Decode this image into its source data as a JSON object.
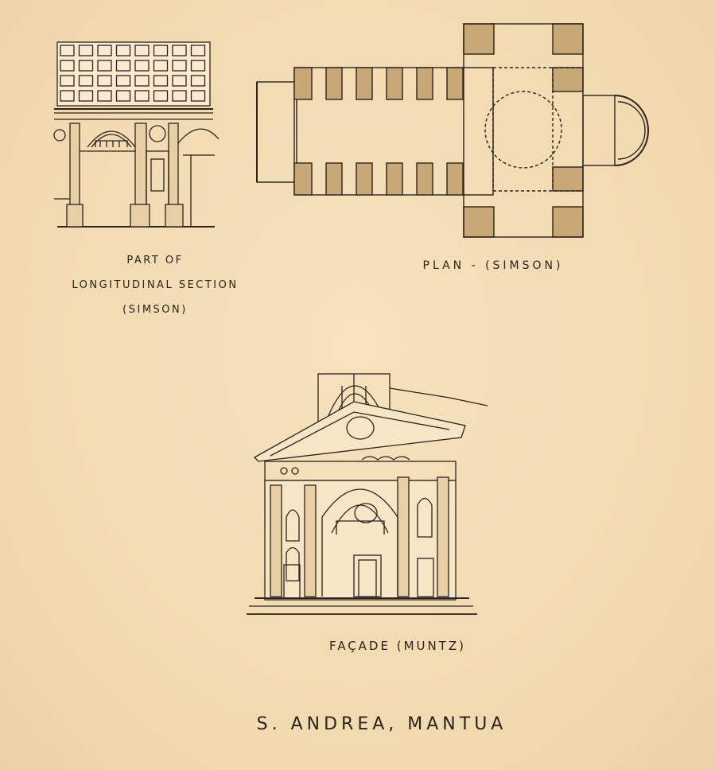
{
  "sheet": {
    "title": "S. ANDREA, MANTUA",
    "paper_color": "#f3dcb4",
    "ink_color": "#2a241d"
  },
  "drawings": {
    "section": {
      "caption_line1": "PART OF",
      "caption_line2": "LONGITUDINAL SECTION",
      "caption_line3": "(SIMSON)"
    },
    "plan": {
      "caption": "PLAN - (SIMSON)"
    },
    "facade": {
      "caption": "FAÇADE (MUNTZ)"
    }
  }
}
